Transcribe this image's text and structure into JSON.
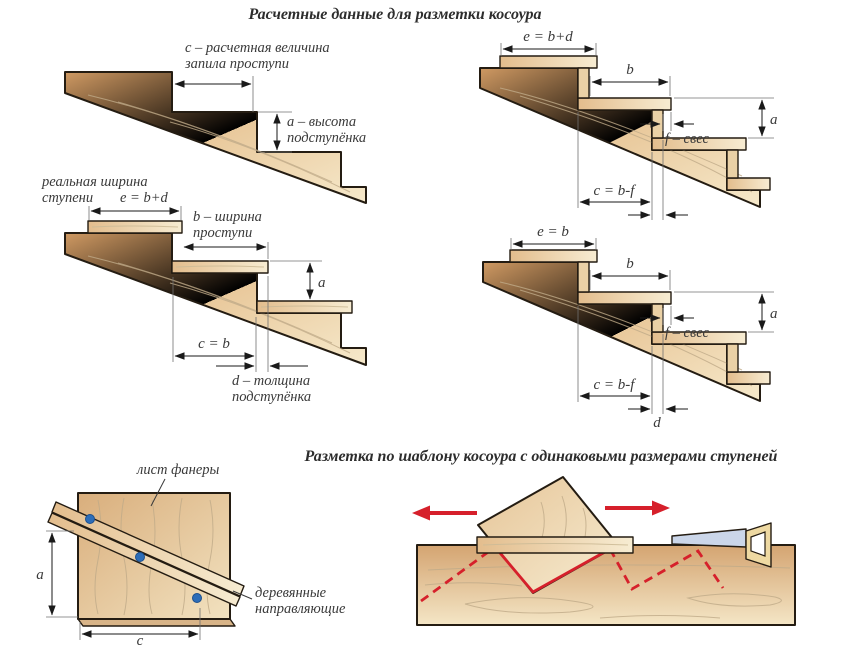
{
  "titles": {
    "main": "Расчетные данные для разметки косоура",
    "second": "Разметка по шаблону косоура с одинаковыми размерами ступеней"
  },
  "diag1": {
    "c_label": [
      "c – расчетная величина",
      "запила проступи"
    ],
    "a_label": [
      "a – высота",
      "подступёнка"
    ]
  },
  "diag2": {
    "e_label": [
      "реальная ширина",
      "ступени",
      "e = b+d"
    ],
    "b_label": [
      "b – ширина",
      "проступи"
    ],
    "a": "a",
    "c": "c = b",
    "d_label": [
      "d – толщина",
      "подступёнка"
    ]
  },
  "diag3": {
    "e": "e = b+d",
    "b": "b",
    "f": "f – свес",
    "a": "a",
    "c": "c = b-f"
  },
  "diag4": {
    "e": "e = b",
    "b": "b",
    "f": "f – свес",
    "a": "a",
    "c": "c = b-f",
    "d": "d"
  },
  "diag5": {
    "sheet_label": "лист фанеры",
    "guides_label": [
      "деревянные",
      "направляющие"
    ],
    "a": "a",
    "c": "c"
  },
  "colors": {
    "wood_dark": "#d09a63",
    "wood_light": "#f6e9cb",
    "outline": "#241c12",
    "marking_red": "#d6202b",
    "screw_blue": "#2d6db8",
    "saw_blade": "#cbd6e9",
    "text": "#3a3a3a"
  }
}
